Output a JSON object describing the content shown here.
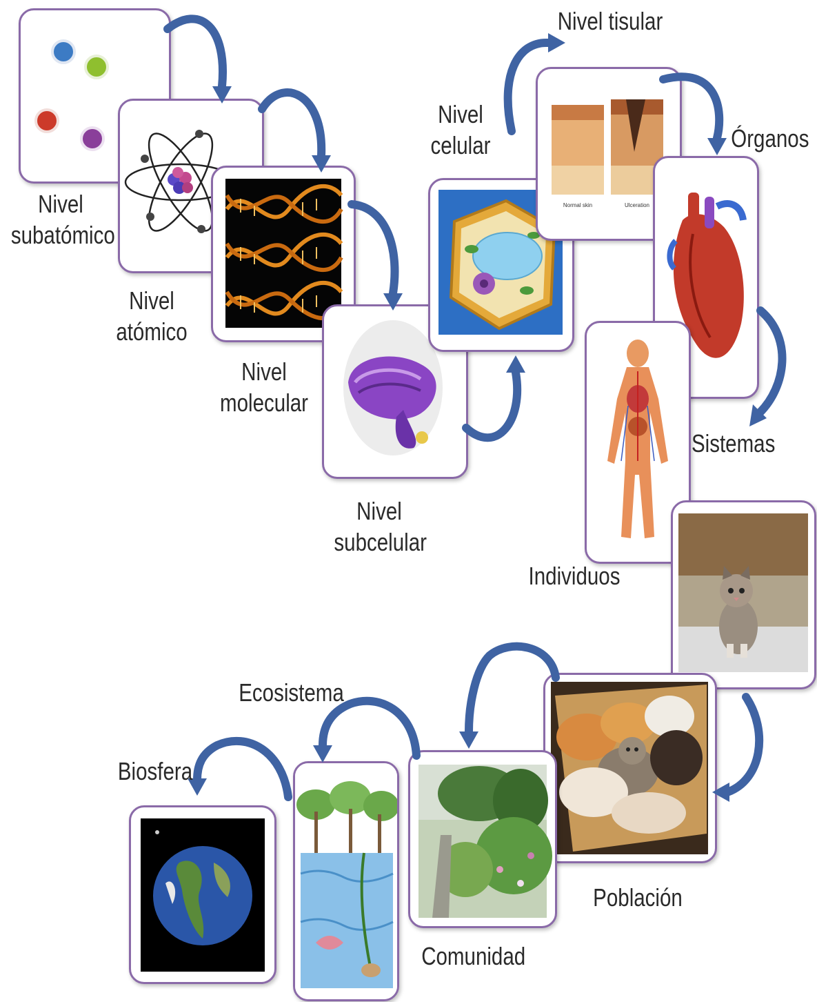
{
  "levels": {
    "subatomic": {
      "line1": "Nivel",
      "line2": "subatómico"
    },
    "atomic": {
      "line1": "Nivel",
      "line2": "atómico"
    },
    "molecular": {
      "line1": "Nivel",
      "line2": "molecular"
    },
    "subcellular": {
      "line1": "Nivel",
      "line2": "subcelular"
    },
    "cellular": {
      "line1": "Nivel",
      "line2": "celular"
    },
    "tissue": {
      "line1": "Nivel tisular"
    },
    "organs": {
      "line1": "Órganos"
    },
    "systems": {
      "line1": "Sistemas"
    },
    "individuals": {
      "line1": "Individuos"
    },
    "population": {
      "line1": "Población"
    },
    "community": {
      "line1": "Comunidad"
    },
    "ecosystem": {
      "line1": "Ecosistema"
    },
    "biosphere": {
      "line1": "Biosfera"
    }
  },
  "tissue_captions": [
    "Normal skin",
    "Ulceration"
  ],
  "colors": {
    "card_border": "#8a6aa8",
    "arrow": "#3f63a3",
    "background": "#ffffff"
  }
}
